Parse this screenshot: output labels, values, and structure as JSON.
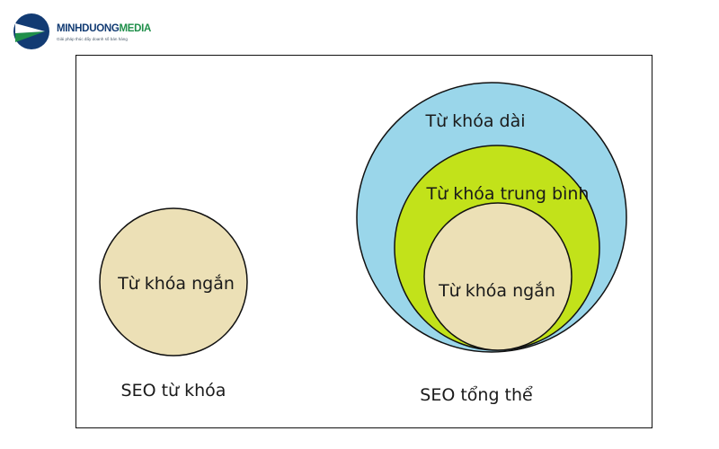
{
  "logo": {
    "name_part1": "MINHDUONG",
    "name_part2": "MEDIA",
    "tagline": "Giải pháp thúc đẩy doanh số bán hàng",
    "colors": {
      "navy": "#123b73",
      "green": "#1f8f4a"
    }
  },
  "diagram": {
    "left_group": {
      "circle_label": "Từ khóa ngắn",
      "caption": "SEO từ khóa"
    },
    "right_group": {
      "outer_label": "Từ khóa dài",
      "middle_label": "Từ khóa trung bình",
      "inner_label": "Từ khóa ngắn",
      "caption": "SEO tổng thể"
    },
    "colors": {
      "short_keyword_fill": "#ece0b6",
      "medium_keyword_fill": "#c2e21a",
      "long_keyword_fill": "#9ad6ea",
      "stroke": "#111111"
    }
  }
}
